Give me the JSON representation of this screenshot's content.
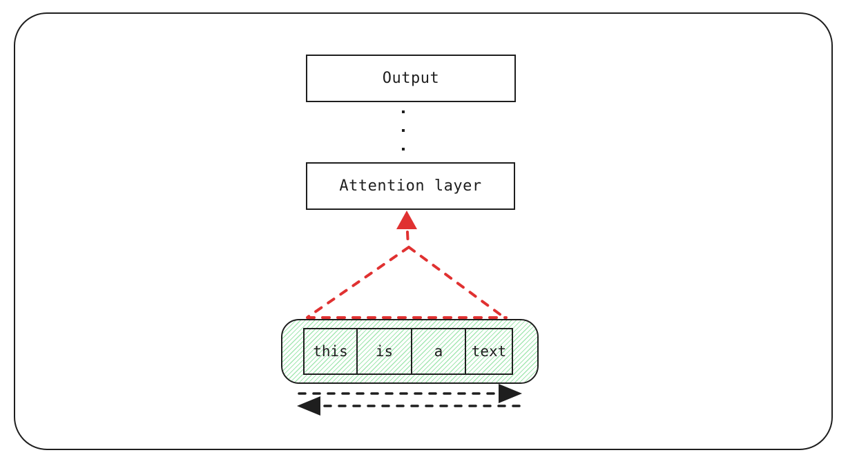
{
  "diagram": {
    "output_box": {
      "label": "Output"
    },
    "ellipsis": {
      "dot_count": 3
    },
    "attention_box": {
      "label": "Attention layer"
    },
    "token_container": {
      "tokens": [
        "this",
        "is",
        "a",
        "text"
      ]
    },
    "arrows": {
      "attention_span_arrow": {
        "direction": "up",
        "style": "dashed",
        "color": "#e03131"
      },
      "forward_arrow": {
        "direction": "right",
        "style": "dashed",
        "color": "#1e1e1e"
      },
      "backward_arrow": {
        "direction": "left",
        "style": "dashed",
        "color": "#1e1e1e"
      }
    },
    "colors": {
      "stroke": "#1e1e1e",
      "red": "#e03131",
      "hatch_green": "#a4e7b2",
      "background": "#ffffff"
    }
  }
}
